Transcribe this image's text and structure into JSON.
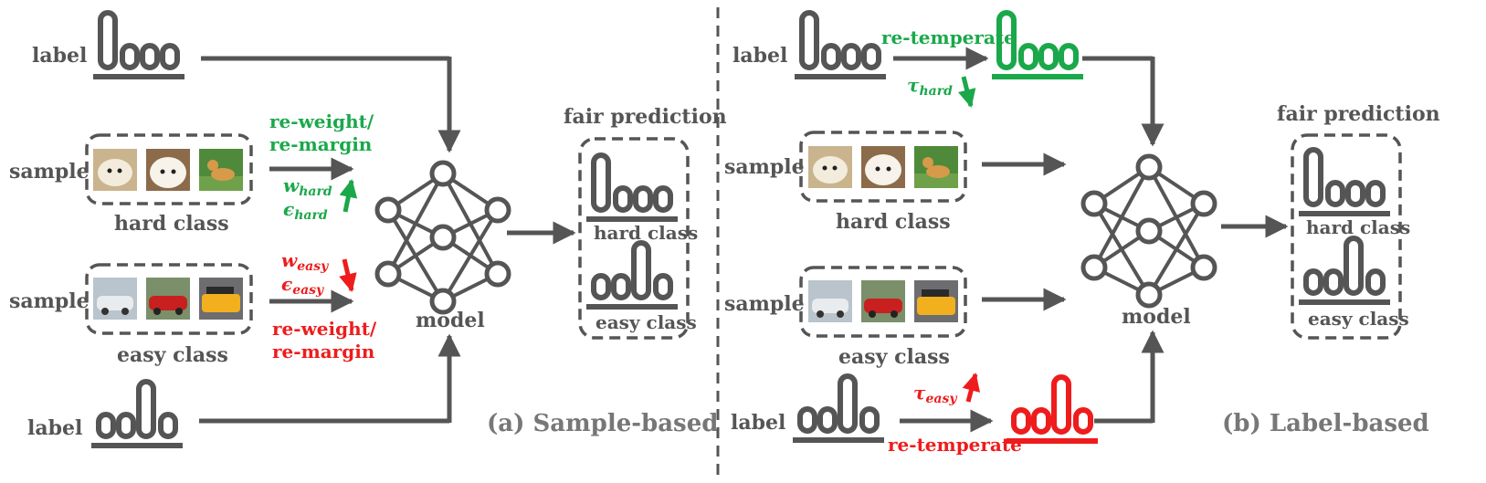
{
  "colors": {
    "gray": "#555555",
    "green": "#1aa84a",
    "red": "#ee1c1c",
    "caption": "#777777"
  },
  "left": {
    "label_top": "label",
    "label_bottom": "label",
    "sample_top": "sample",
    "sample_bottom": "sample",
    "hard_class": "hard class",
    "easy_class": "easy class",
    "hard_op_line1": "re-weight/",
    "hard_op_line2": "re-margin",
    "easy_op_line1": "re-weight/",
    "easy_op_line2": "re-margin",
    "w_sym": "w",
    "eps_sym": "ϵ",
    "hard_sub": "hard",
    "easy_sub": "easy",
    "model": "model",
    "fair_prediction": "fair prediction",
    "pred_hard": "hard class",
    "pred_easy": "easy class",
    "caption": "(a) Sample-based"
  },
  "right": {
    "label_top": "label",
    "label_bottom": "label",
    "sample_top": "sample",
    "sample_bottom": "sample",
    "hard_class": "hard class",
    "easy_class": "easy class",
    "retemp_top": "re-temperate",
    "retemp_bottom": "re-temperate",
    "tau_sym": "τ",
    "hard_sub": "hard",
    "easy_sub": "easy",
    "model": "model",
    "fair_prediction": "fair prediction",
    "pred_hard": "hard class",
    "pred_easy": "easy class",
    "caption": "(b) Label-based"
  },
  "icons": [
    "hard-label-histogram-icon",
    "easy-label-histogram-icon",
    "neural-network-icon",
    "dog-photo",
    "car-photo"
  ]
}
